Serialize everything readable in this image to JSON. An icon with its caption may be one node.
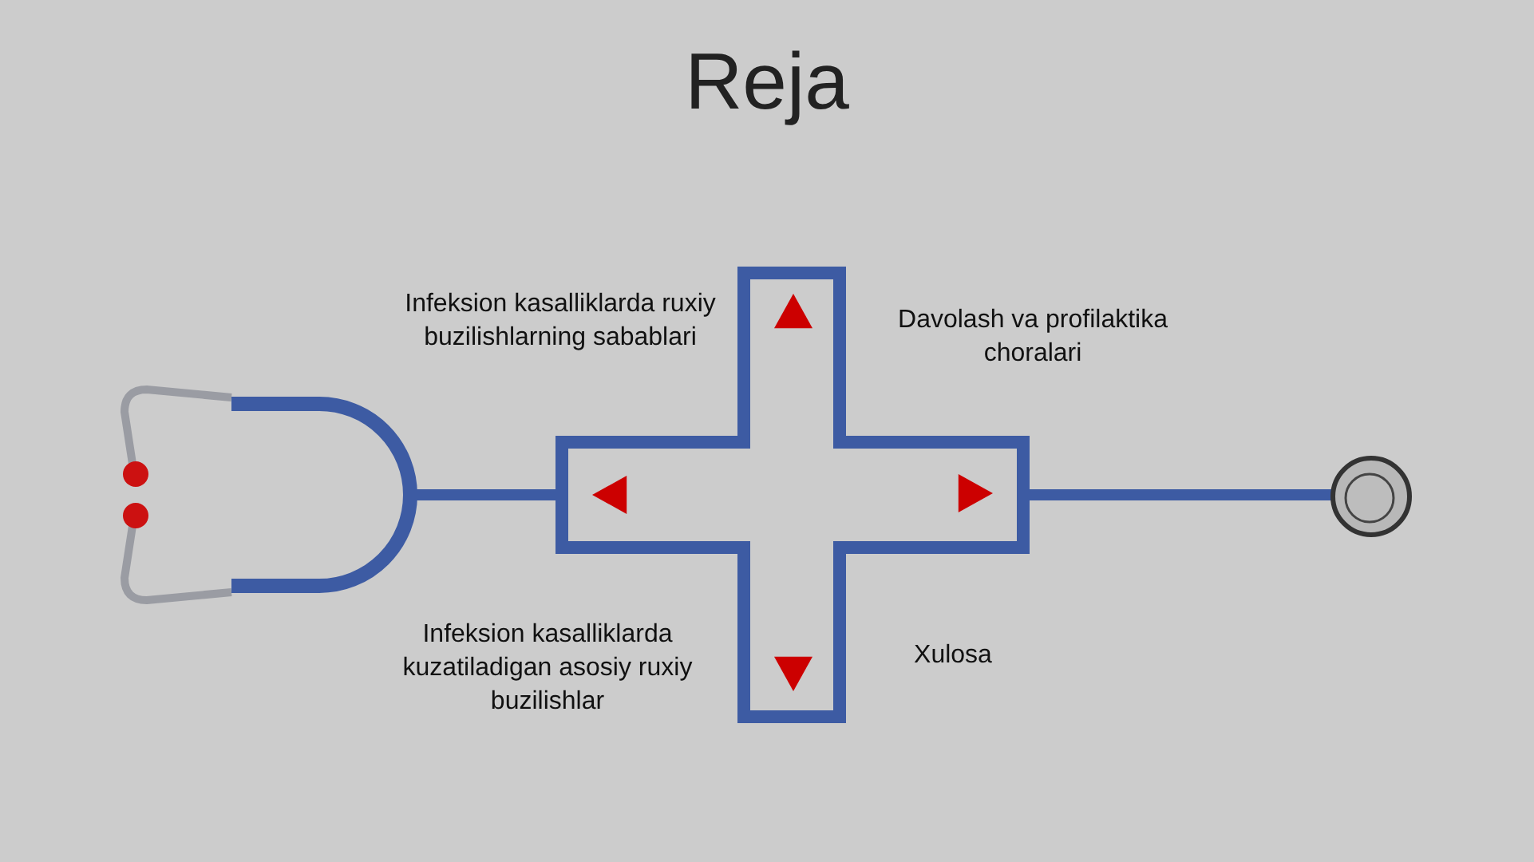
{
  "diagram": {
    "title": "Reja",
    "labels": [
      "Infeksion kasalliklarda ruxiy buzilishlarning sabablari",
      "Davolash va profilaktika choralari",
      "Infeksion kasalliklarda kuzatiladigan asosiy ruxiy buzilishlar",
      "Xulosa"
    ]
  }
}
